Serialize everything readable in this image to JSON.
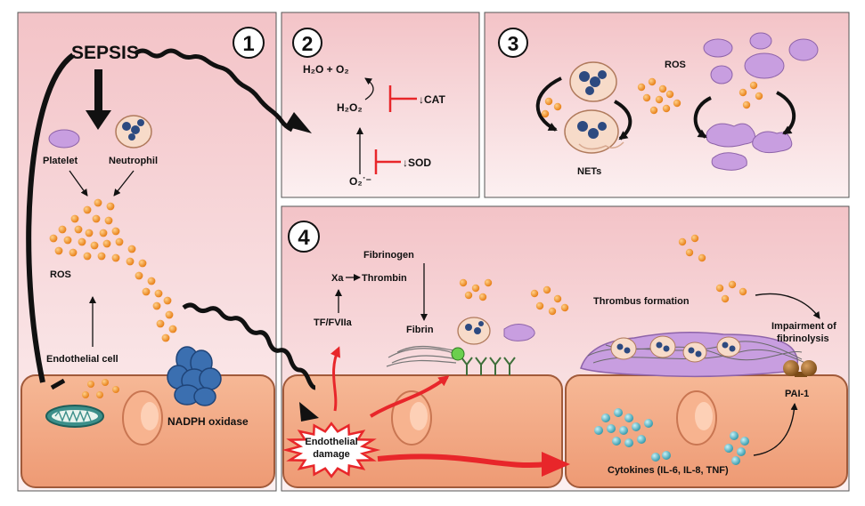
{
  "panels": {
    "p1": {
      "number": "1"
    },
    "p2": {
      "number": "2"
    },
    "p3": {
      "number": "3"
    },
    "p4": {
      "number": "4"
    }
  },
  "panel1": {
    "sepsis": "SEPSIS",
    "platelet": "Platelet",
    "neutrophil": "Neutrophil",
    "ros": "ROS",
    "endothelial_cell": "Endothelial cell",
    "nadph_oxidase": "NADPH oxidase"
  },
  "panel2": {
    "h2o_o2": "H₂O + O₂",
    "h2o2": "H₂O₂",
    "cat": "↓CAT",
    "sod": "↓SOD",
    "superoxide": "O₂˙⁻"
  },
  "panel3": {
    "ros": "ROS",
    "nets": "NETs"
  },
  "panel4": {
    "fibrinogen": "Fibrinogen",
    "xa": "Xa",
    "thrombin": "Thrombin",
    "tf_fviia": "TF/FVIIa",
    "fibrin": "Fibrin",
    "endothelial_damage_1": "Endothelial",
    "endothelial_damage_2": "damage",
    "thrombus_formation": "Thrombus formation",
    "impairment_1": "Impairment of",
    "impairment_2": "fibrinolysis",
    "pai1": "PAI-1",
    "cytokines": "Cytokines (IL-6, IL-8, TNF)"
  },
  "colors": {
    "panel_top": "#f5c8cc",
    "panel_bottom": "#fbecee",
    "cell": "#f2a582",
    "ros": "#f08a1c",
    "red": "#e8262a",
    "platelet": "#c89ee0",
    "nucleus": "#2d4a80",
    "nadph": "#3b6fb0",
    "cytokine": "#5bb9c8"
  }
}
